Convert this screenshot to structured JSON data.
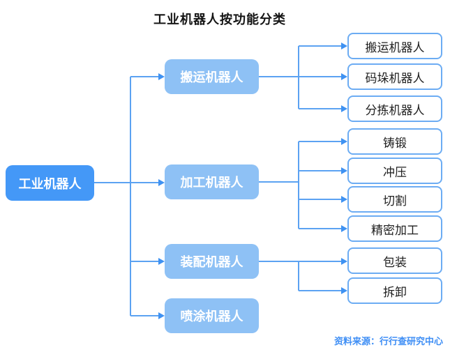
{
  "title": "工业机器人按功能分类",
  "source": "资料来源：行行查研究中心",
  "tree": {
    "root": {
      "label": "工业机器人"
    },
    "branches": [
      {
        "label": "搬运机器人",
        "children": [
          "搬运机器人",
          "码垛机器人",
          "分拣机器人"
        ]
      },
      {
        "label": "加工机器人",
        "children": [
          "铸锻",
          "冲压",
          "切割",
          "精密加工"
        ]
      },
      {
        "label": "装配机器人",
        "children": [
          "包装",
          "拆卸"
        ]
      },
      {
        "label": "喷涂机器人",
        "children": []
      }
    ]
  },
  "colors": {
    "root_fill": "#4498f7",
    "branch_fill": "#8ec1f5",
    "leaf_border": "#6cacf3",
    "line": "#5ba2f2",
    "arrow": "#3f92f2",
    "source_text": "#3e8ef5",
    "title_text": "#141414",
    "leaf_text": "#1f1f1f",
    "node_text": "#ffffff",
    "background": "#ffffff"
  }
}
